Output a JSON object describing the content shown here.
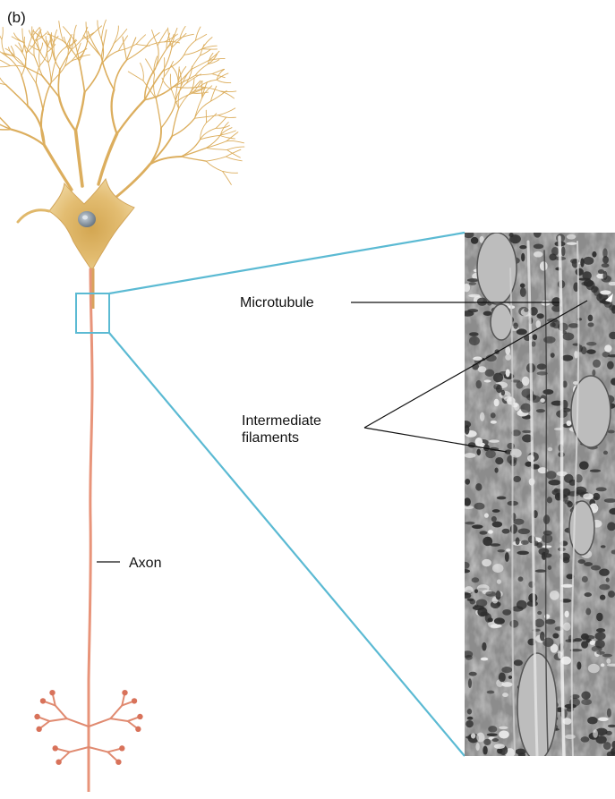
{
  "figure": {
    "panel_label": "(b)",
    "labels": {
      "microtubule": "Microtubule",
      "intermediate_line1": "Intermediate",
      "intermediate_line2": "filaments",
      "axon": "Axon"
    },
    "colors": {
      "cell_body": "#e7c47c",
      "cell_body_dark": "#c9a04e",
      "dendrite": "#dcae5e",
      "axon": "#e8947a",
      "terminal": "#d8725a",
      "zoom_lines": "#5bbad3",
      "micrograph_bg": "#8a8a8a"
    }
  }
}
